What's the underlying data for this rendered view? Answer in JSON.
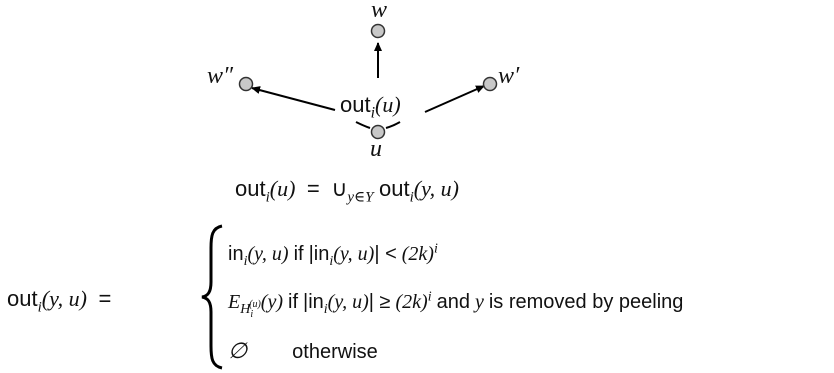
{
  "diagram": {
    "nodes": [
      {
        "id": "w",
        "label": "w"
      },
      {
        "id": "w_dprime",
        "label": "w″"
      },
      {
        "id": "w_prime",
        "label": "w′"
      },
      {
        "id": "u",
        "label": "u"
      }
    ],
    "edges": [
      {
        "from": "u",
        "to": "w"
      },
      {
        "from": "u",
        "to": "w_dprime"
      },
      {
        "from": "u",
        "to": "w_prime"
      }
    ],
    "center_label": {
      "op": "out",
      "sub": "i",
      "arg": "(u)"
    }
  },
  "equation1": {
    "lhs_op": "out",
    "lhs_sub": "i",
    "lhs_arg": "(u)",
    "eq": "=",
    "union": "∪",
    "union_sub": "y∈Y",
    "rhs_op": "out",
    "rhs_sub": "i",
    "rhs_arg": "(y, u)"
  },
  "equation2": {
    "lhs_op": "out",
    "lhs_sub": "i",
    "lhs_arg": "(y, u)",
    "eq": "=",
    "cases": [
      {
        "val_op": "in",
        "val_sub": "i",
        "val_arg": "(y, u)",
        "if_word": "if",
        "cond_pipe": "|",
        "cond_op": "in",
        "cond_sub": "i",
        "cond_arg": "(y, u)",
        "cond_rel": "| <",
        "cond_rhs": "(2k)",
        "cond_sup": "i"
      },
      {
        "val_E": "E",
        "val_H": "H",
        "val_H_sub": "i",
        "val_H_sup": "(u)",
        "val_arg": "(y)",
        "if_word": "if",
        "cond_pipe": "|",
        "cond_op": "in",
        "cond_sub": "i",
        "cond_arg": "(y, u)",
        "cond_rel": "| ≥",
        "cond_rhs": "(2k)",
        "cond_sup": "i",
        "tail_and": "and",
        "tail_y": "y",
        "tail_text": "is removed by peeling"
      },
      {
        "val_empty": "∅",
        "otherwise": "otherwise"
      }
    ]
  }
}
